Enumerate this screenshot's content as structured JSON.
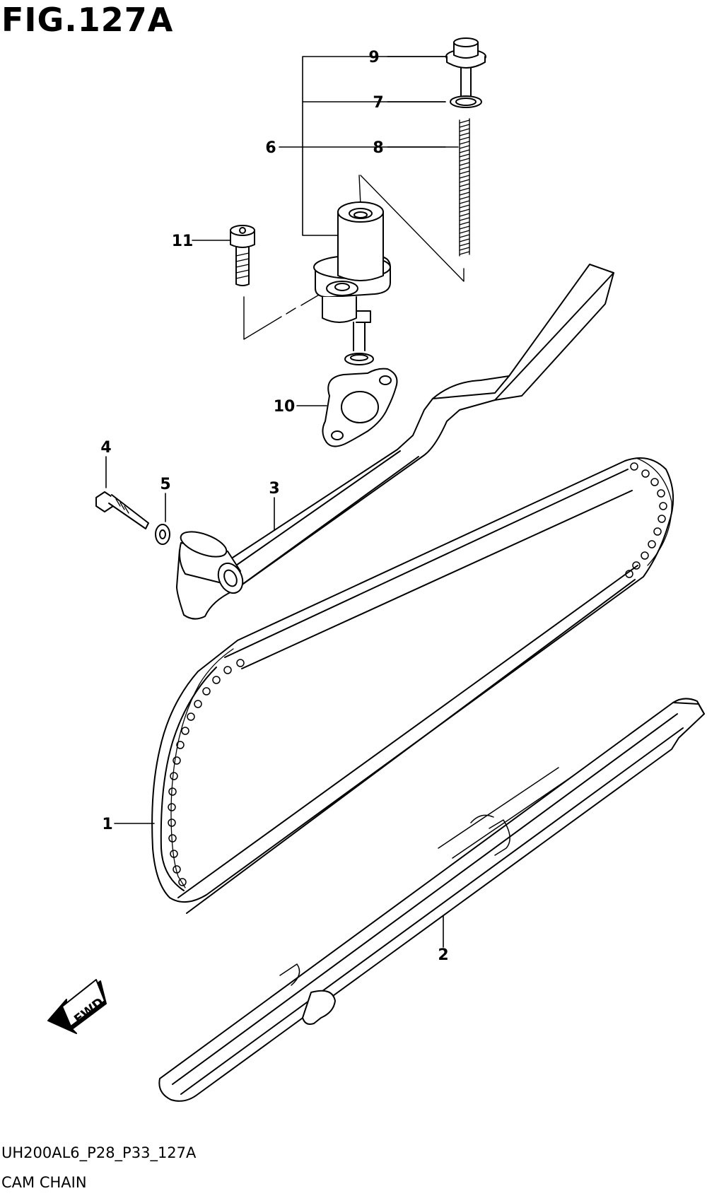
{
  "figure_title": "FIG.127A",
  "callouts": [
    {
      "id": "c9",
      "label": "9"
    },
    {
      "id": "c7",
      "label": "7"
    },
    {
      "id": "c6",
      "label": "6"
    },
    {
      "id": "c8",
      "label": "8"
    },
    {
      "id": "c11",
      "label": "11"
    },
    {
      "id": "c10",
      "label": "10"
    },
    {
      "id": "c4",
      "label": "4"
    },
    {
      "id": "c5",
      "label": "5"
    },
    {
      "id": "c3",
      "label": "3"
    },
    {
      "id": "c1",
      "label": "1"
    },
    {
      "id": "c2",
      "label": "2"
    }
  ],
  "fwd_label": "FWD",
  "diagram_code": "UH200AL6_P28_P33_127A",
  "caption": "CAM CHAIN"
}
